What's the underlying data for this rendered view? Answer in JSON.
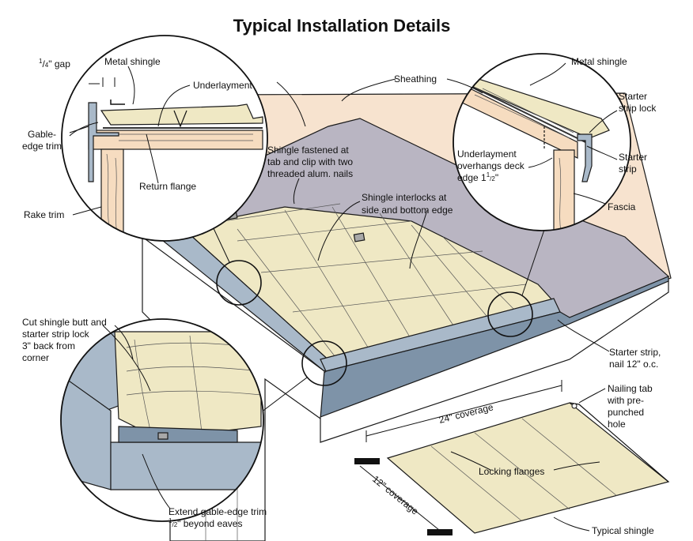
{
  "title": "Typical Installation Details",
  "colors": {
    "sheathing": "#f7e3cf",
    "underlayment": "#b9b5c2",
    "shingle": "#efe8c4",
    "shingle_shadow": "#d9d09f",
    "trim": "#a9b9c9",
    "trim_dark": "#7e93a8",
    "wood": "#f6dcc0",
    "wall": "#ffffff",
    "tab": "#a8a8a8"
  },
  "icons": {
    "tab": "nailing-tab-icon",
    "nail": "nail-icon"
  },
  "labels": {
    "gap_prefix": "1",
    "gap_denominator": "4",
    "gap_suffix": "\" gap",
    "metal_shingle_left": "Metal shingle",
    "underlayment": "Underlayment",
    "sheathing": "Sheathing",
    "metal_shingle_right": "Metal shingle",
    "gable_edge_trim_1": "Gable-",
    "gable_edge_trim_2": "edge trim",
    "return_flange": "Return flange",
    "rake_trim": "Rake trim",
    "fastened_1": "Shingle fastened at",
    "fastened_2": "tab and clip with two",
    "fastened_3": "threaded alum. nails",
    "interlocks_1": "Shingle interlocks at",
    "interlocks_2": "side and bottom  edge",
    "starter_lock_1": "Starter",
    "starter_lock_2": "strip lock",
    "underlay_over_1": "Underlayment",
    "underlay_over_2": "overhangs deck",
    "underlay_over_3_prefix": "edge 1",
    "underlay_over_3_num": "1",
    "underlay_over_3_den": "2",
    "underlay_over_3_suffix": "\"",
    "starter_strip_1": "Starter",
    "starter_strip_2": "strip",
    "fascia": "Fascia",
    "cut_butt_1": "Cut shingle butt and",
    "cut_butt_2": "starter strip lock",
    "cut_butt_3": "3\" back from",
    "cut_butt_4": "corner",
    "starter_nail_1": "Starter strip,",
    "starter_nail_2": "nail 12\" o.c.",
    "coverage_24": "24\" coverage",
    "coverage_12": "12\" coverage",
    "nailing_tab_1": "Nailing tab",
    "nailing_tab_2": "with pre-",
    "nailing_tab_3": "punched",
    "nailing_tab_4": "hole",
    "locking_flanges": "Locking flanges",
    "extend_1": "Extend gable-edge trim",
    "extend_2_num": "1",
    "extend_2_den": "2",
    "extend_2_suffix": "\" beyond eaves",
    "typical_shingle": "Typical shingle"
  }
}
